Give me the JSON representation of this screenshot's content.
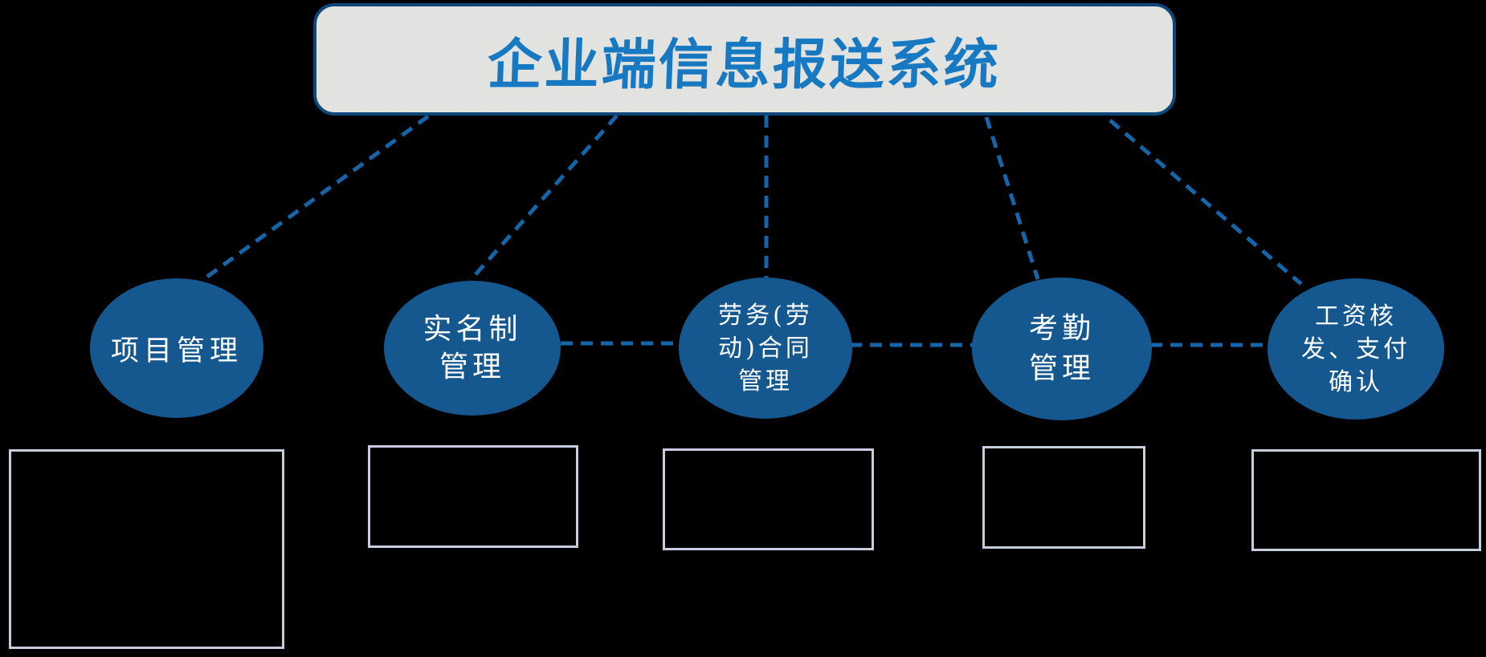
{
  "title": {
    "text": "企业端信息报送系统"
  },
  "nodes": [
    {
      "id": "project-management",
      "label": "项目管理"
    },
    {
      "id": "real-name-management",
      "label": "实名制\n管理"
    },
    {
      "id": "labor-contract-management",
      "label": "劳务(劳\n动)合同\n管理"
    },
    {
      "id": "attendance-management",
      "label": "考勤\n管理"
    },
    {
      "id": "salary-payment-confirm",
      "label": "工资核\n发、支付\n确认"
    }
  ],
  "connectors": {
    "from_title": [
      "project-management",
      "real-name-management",
      "labor-contract-management",
      "attendance-management",
      "salary-payment-confirm"
    ],
    "between_nodes": [
      "real-name-management ↔ labor-contract-management",
      "labor-contract-management ↔ attendance-management",
      "attendance-management ↔ salary-payment-confirm"
    ],
    "style": "dashed"
  },
  "placeholders": {
    "count": 5,
    "content": ""
  },
  "colors": {
    "background": "#000000",
    "title_text": "#1779C1",
    "title_box_fill": "#EAEAE7",
    "title_box_border": "#0D4678",
    "node_fill": "#15578F",
    "node_text": "#FFFFFF",
    "connector": "#1565A8",
    "placeholder_border": "#C7CCDF"
  }
}
